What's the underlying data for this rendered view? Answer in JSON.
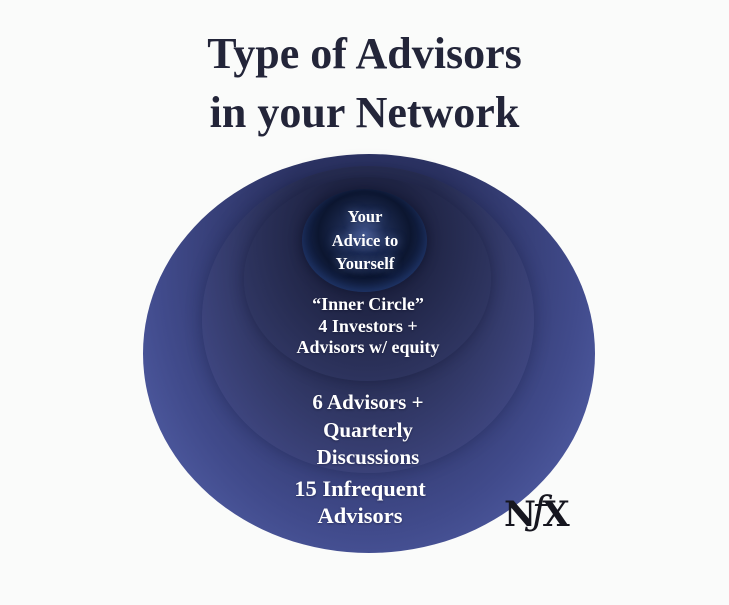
{
  "title": {
    "line1": "Type of Advisors",
    "line2": "in your Network"
  },
  "diagram": {
    "description": "Concentric ellipse diagram of advisor types, from outermost to innermost",
    "rings": [
      {
        "name": "infrequent-advisors",
        "lines": [
          "15 Infrequent",
          "Advisors"
        ]
      },
      {
        "name": "quarterly-advisors",
        "lines": [
          "6 Advisors +",
          "Quarterly",
          "Discussions"
        ]
      },
      {
        "name": "inner-circle",
        "lines": [
          "“Inner Circle”",
          "4 Investors +",
          "Advisors w/ equity"
        ]
      },
      {
        "name": "yourself",
        "lines": [
          "Your",
          "Advice to",
          "Yourself"
        ]
      }
    ]
  },
  "logo": {
    "n": "N",
    "f": "ƒ",
    "x": "X"
  },
  "colors": {
    "bg": "#fafbfa",
    "ink": "#232539",
    "label": "#ffffff",
    "logo-ink": "#16161f",
    "outer-dark": "#2c3363",
    "outer-mid": "#414b8c",
    "outer-light": "#5765ae",
    "ring3-dark": "#262c50",
    "ring3-light": "#474f91",
    "ring2-dark": "#1f2444",
    "ring2-light": "#363d6e",
    "inner-glow": "#46598f",
    "inner-mid": "#1d2b52",
    "inner-dark": "#0c1630"
  }
}
